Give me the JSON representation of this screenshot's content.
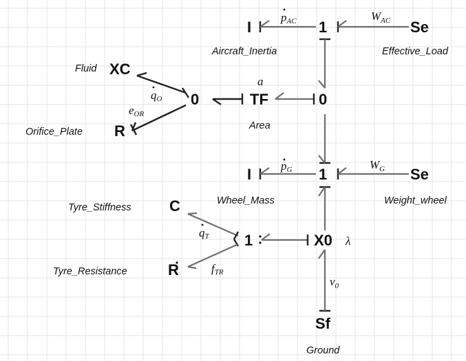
{
  "elements": {
    "I_top": "I",
    "one_top": "1",
    "Se_top": "Se",
    "XC": "XC",
    "zero_left": "0",
    "TF": "TF",
    "zero_mid": "0",
    "R_orifice": "R",
    "I_mid": "I",
    "one_mid": "1",
    "Se_mid": "Se",
    "C": "C",
    "one_low": "1",
    "X0": "X0",
    "R_tyre": "R",
    "Sf": "Sf"
  },
  "captions": {
    "aircraft_inertia": "Aircraft_Inertia",
    "effective_load": "Effective_Load",
    "fluid": "Fluid",
    "orifice_plate": "Orifice_Plate",
    "area": "Area",
    "wheel_mass": "Wheel_Mass",
    "weight_wheel": "Weight_wheel",
    "tyre_stiffness": "Tyre_Stiffness",
    "tyre_resistance": "Tyre_Resistance",
    "ground": "Ground"
  },
  "variables": {
    "p_ac": {
      "main": "p",
      "sub": "AC"
    },
    "w_ac": {
      "main": "W",
      "sub": "AC"
    },
    "q_o": {
      "main": "q",
      "sub": "O"
    },
    "e_or": {
      "main": "e",
      "sub": "OR"
    },
    "a": {
      "main": "a",
      "sub": ""
    },
    "p_g": {
      "main": "p",
      "sub": "G"
    },
    "w_g": {
      "main": "W",
      "sub": "G"
    },
    "q_t": {
      "main": "q",
      "sub": "T"
    },
    "f_tr": {
      "main": "f",
      "sub": "TR"
    },
    "lambda": {
      "main": "λ",
      "sub": ""
    },
    "v_0": {
      "main": "v",
      "sub": "0"
    }
  }
}
